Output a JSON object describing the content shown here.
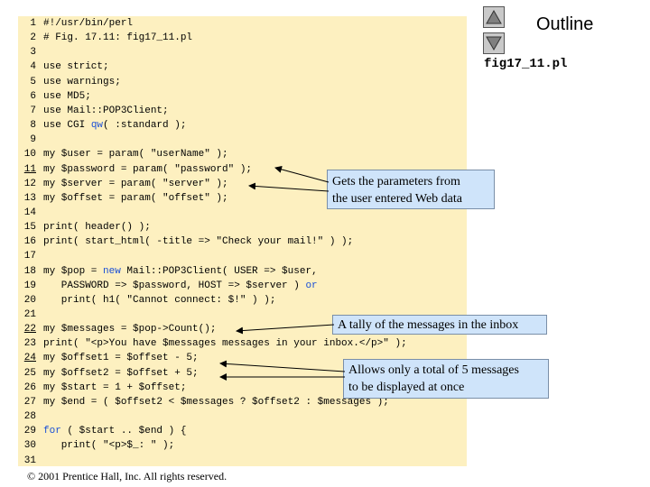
{
  "header": {
    "outline_label": "Outline",
    "file_title": "fig17_11.pl",
    "up_icon": "up-triangle-icon",
    "down_icon": "down-triangle-icon"
  },
  "code_lines": [
    {
      "num": "1",
      "text": "#!/usr/bin/perl"
    },
    {
      "num": "2",
      "text": "# Fig. 17.11: fig17_11.pl"
    },
    {
      "num": "3",
      "text": ""
    },
    {
      "num": "4",
      "text": "use strict;"
    },
    {
      "num": "5",
      "text": "use warnings;"
    },
    {
      "num": "6",
      "text": "use MD5;"
    },
    {
      "num": "7",
      "text": "use Mail::POP3Client;"
    },
    {
      "num": "8",
      "text": "use CGI qw( :standard );"
    },
    {
      "num": "9",
      "text": ""
    },
    {
      "num": "10",
      "text": "my $user = param( \"userName\" );"
    },
    {
      "num": "11",
      "text": "my $password = param( \"password\" );"
    },
    {
      "num": "12",
      "text": "my $server = param( \"server\" );"
    },
    {
      "num": "13",
      "text": "my $offset = param( \"offset\" );"
    },
    {
      "num": "14",
      "text": ""
    },
    {
      "num": "15",
      "text": "print( header() );"
    },
    {
      "num": "16",
      "text": "print( start_html( -title => \"Check your mail!\" ) );"
    },
    {
      "num": "17",
      "text": ""
    },
    {
      "num": "18",
      "text": "my $pop = new Mail::POP3Client( USER => $user,"
    },
    {
      "num": "19",
      "text": "   PASSWORD => $password, HOST => $server ) or"
    },
    {
      "num": "20",
      "text": "   print( h1( \"Cannot connect: $!\" ) );"
    },
    {
      "num": "21",
      "text": ""
    },
    {
      "num": "22",
      "text": "my $messages = $pop->Count();"
    },
    {
      "num": "23",
      "text": "print( \"<p>You have $messages messages in your inbox.</p>\" );"
    },
    {
      "num": "24",
      "text": "my $offset1 = $offset - 5;"
    },
    {
      "num": "25",
      "text": "my $offset2 = $offset + 5;"
    },
    {
      "num": "26",
      "text": "my $start = 1 + $offset;"
    },
    {
      "num": "27",
      "text": "my $end = ( $offset2 < $messages ? $offset2 : $messages );"
    },
    {
      "num": "28",
      "text": ""
    },
    {
      "num": "29",
      "text": "for ( $start .. $end ) {"
    },
    {
      "num": "30",
      "text": "   print( \"<p>$_: \" );"
    },
    {
      "num": "31",
      "text": ""
    }
  ],
  "callouts": {
    "params": "Gets the parameters from\nthe user entered Web data",
    "tally": "A tally of the messages in the inbox",
    "limit": "Allows only a total of 5 messages\nto be displayed at once"
  },
  "footer": {
    "copyright": "© 2001 Prentice Hall, Inc.  All rights reserved."
  },
  "colors": {
    "panel_bg": "#fdf0c0",
    "callout_bg": "#cfe4fa",
    "keyword": "#1a4fd6"
  }
}
